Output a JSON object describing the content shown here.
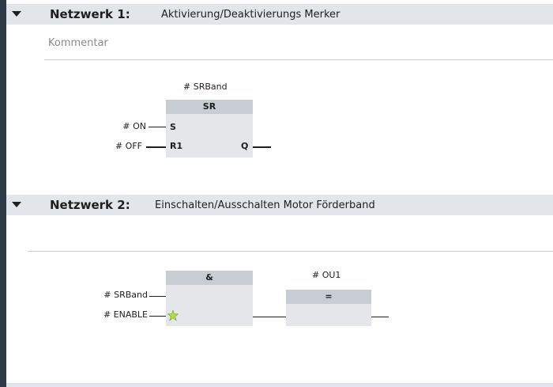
{
  "network1": {
    "title": "Netzwerk 1:",
    "description": "Aktivierung/Deaktivierungs Merker",
    "comment_placeholder": "Kommentar",
    "block": {
      "instance": "# SRBand",
      "type": "SR",
      "pin_s": "S",
      "pin_r1": "R1",
      "pin_q": "Q",
      "input_s": "# ON",
      "input_r1": "# OFF"
    }
  },
  "network2": {
    "title": "Netzwerk 2:",
    "description": "Einschalten/Ausschalten Motor Förderband",
    "and_block": {
      "type": "&",
      "input_1": "# SRBand",
      "input_2": "# ENABLE"
    },
    "assign_block": {
      "operand": "# OU1",
      "type": "="
    }
  }
}
